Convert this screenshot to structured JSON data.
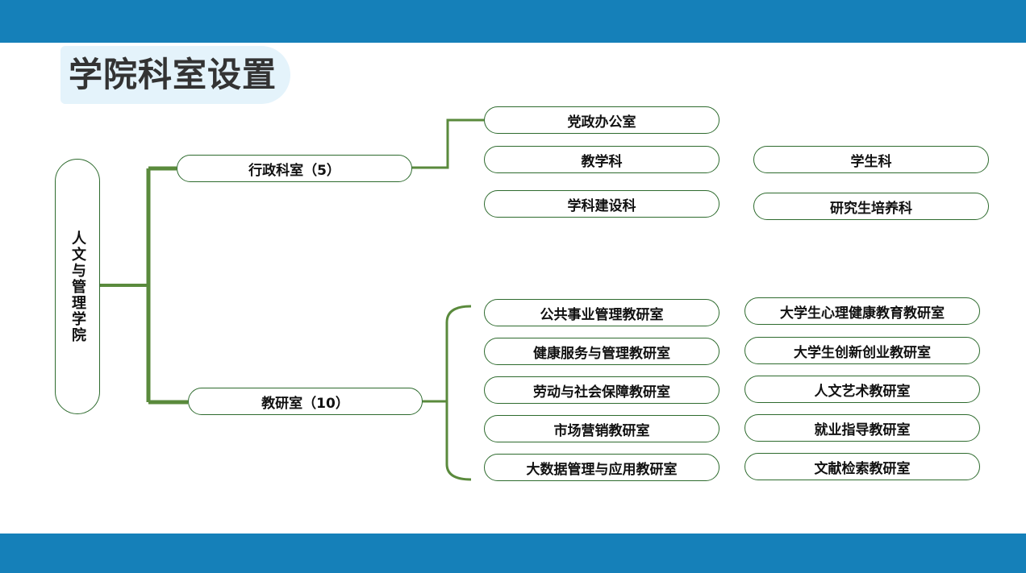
{
  "title": "学院科室设置",
  "colors": {
    "band": "#1580b9",
    "title_bg": "#e4f3fb",
    "connector": "#5a8a3c",
    "pill_border": "#2e6b2e"
  },
  "root": {
    "label": "人文与管理学院"
  },
  "branches": {
    "admin": {
      "label": "行政科室（5）",
      "units": [
        "党政办公室",
        "教学科",
        "学生科",
        "学科建设科",
        "研究生培养科"
      ]
    },
    "teaching": {
      "label": "教研室（10）",
      "units": [
        "公共事业管理教研室",
        "大学生心理健康教育教研室",
        "健康服务与管理教研室",
        "大学生创新创业教研室",
        "劳动与社会保障教研室",
        "人文艺术教研室",
        "市场营销教研室",
        "就业指导教研室",
        "大数据管理与应用教研室",
        "文献检索教研室"
      ]
    }
  }
}
